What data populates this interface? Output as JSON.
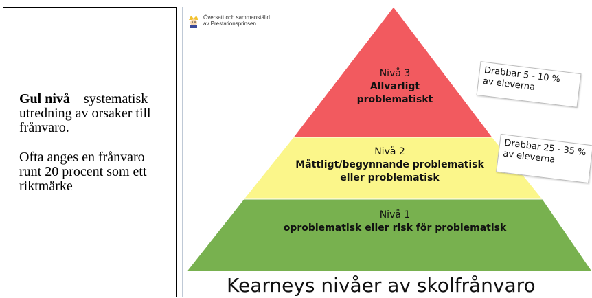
{
  "left_panel": {
    "heading_bold": "Gul nivå",
    "heading_rest": " – systematisk utredning av orsaker till frånvaro.",
    "paragraph2": "Ofta anges en frånvaro runt 20 procent som ett riktmärke"
  },
  "diagram": {
    "credit_line1": "Översatt och sammanställd",
    "credit_line2": "av Prestationsprinsen",
    "levels": [
      {
        "name": "Nivå 3",
        "line1": "Allvarligt",
        "line2": "problematiskt",
        "color": "#f25a5f"
      },
      {
        "name": "Nivå 2",
        "line1": "Måttligt/begynnande problematisk",
        "line2": "eller problematisk",
        "color": "#fbf68a"
      },
      {
        "name": "Nivå 1",
        "line1": "oproblematisk eller risk för problematisk",
        "line2": "",
        "color": "#78b14f"
      }
    ],
    "callouts": [
      {
        "line1": "Drabbar 5 - 10 %",
        "line2": "av eleverna"
      },
      {
        "line1": "Drabbar 25 - 35 %",
        "line2": "av eleverna"
      }
    ],
    "title": "Kearneys nivåer av skolfrånvaro"
  }
}
